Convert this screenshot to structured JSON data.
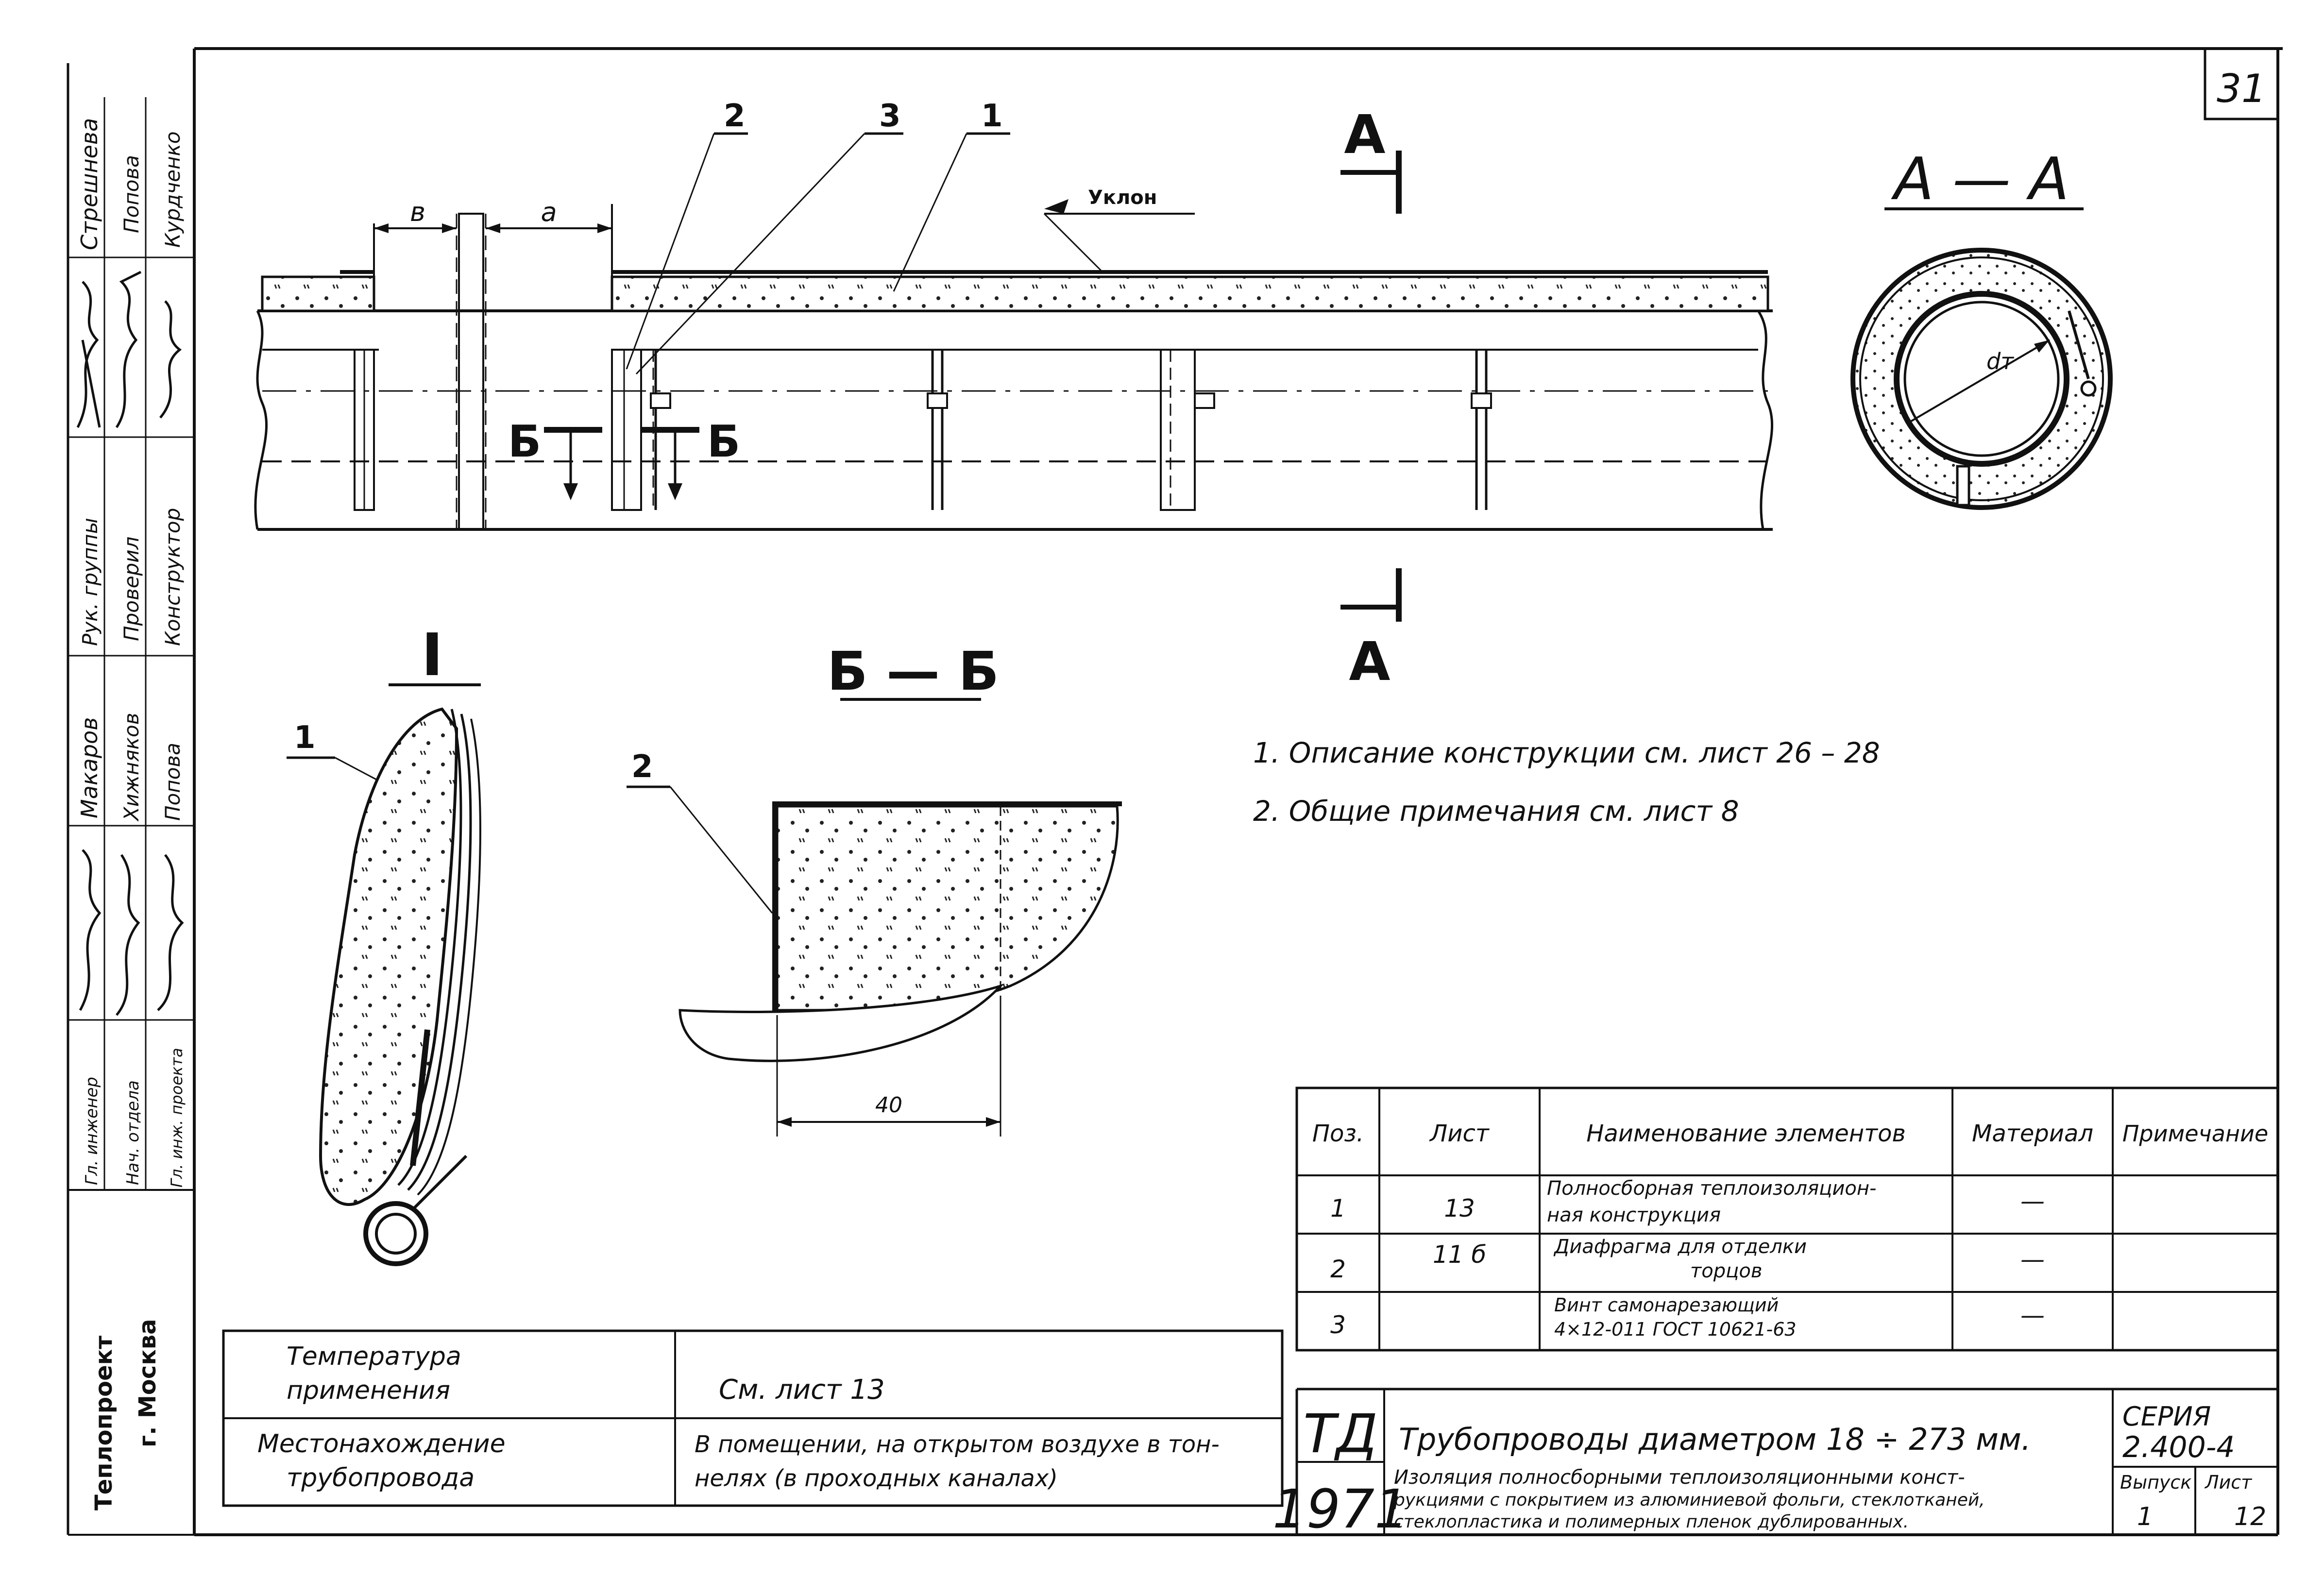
{
  "page_number": "31",
  "left_strip": {
    "org": "Теплопроект",
    "city": "г. Москва",
    "roles": [
      "Гл. инженер",
      "Нач. отдела",
      "Гл. инж. проекта",
      "Рук. группы",
      "Проверил",
      "Конструктор"
    ],
    "names": [
      "Макаров",
      "Хижняков",
      "Попова",
      "Стрешнева",
      "Попова",
      "Курдченко"
    ]
  },
  "labels": {
    "pos1": "1",
    "pos2": "2",
    "pos3": "3",
    "dim_b": "в",
    "dim_a": "а",
    "slope": "Уклон",
    "section_a": "А",
    "section_aa": "А — А",
    "section_b": "Б",
    "section_bb": "Б — Б",
    "detail_i": "I",
    "dim_40": "40",
    "dt": "dт"
  },
  "notes": [
    "1. Описание конструкции см. лист 26 – 28",
    "2. Общие примечания см. лист 8"
  ],
  "spec_table": {
    "headers": [
      "Поз.",
      "Лист",
      "Наименование элементов",
      "Материал",
      "Примечание"
    ],
    "rows": [
      {
        "pos": "1",
        "sheet": "13",
        "name1": "Полносборная теплоизоляцион-",
        "name2": "ная конструкция",
        "material": "—"
      },
      {
        "pos": "2",
        "sheet": "11 б",
        "name1": "Диафрагма для отделки",
        "name2": "торцов",
        "material": "—"
      },
      {
        "pos": "3",
        "sheet": "",
        "name1": "Винт самонарезающий",
        "name2": "4×12-011 ГОСТ 10621-63",
        "material": "—"
      }
    ]
  },
  "conditions_table": {
    "row1_label1": "Температура",
    "row1_label2": "применения",
    "row1_value": "См. лист 13",
    "row2_label1": "Местонахождение",
    "row2_label2": "трубопровода",
    "row2_value1": "В помещении, на открытом воздухе в тон-",
    "row2_value2": "нелях (в проходных каналах)"
  },
  "title_block": {
    "td": "ТД",
    "year": "1971",
    "title": "Трубопроводы диаметром 18 ÷ 273 мм.",
    "subtitle1": "Изоляция полносборными теплоизоляционными конст-",
    "subtitle2": "рукциями с покрытием из алюминиевой фольги, стеклотканей,",
    "subtitle3": "стеклопластика и полимерных пленок дублированных.",
    "series_label": "СЕРИЯ",
    "series": "2.400-4",
    "issue_label": "Выпуск",
    "issue": "1",
    "sheet_label": "Лист",
    "sheet": "12"
  }
}
